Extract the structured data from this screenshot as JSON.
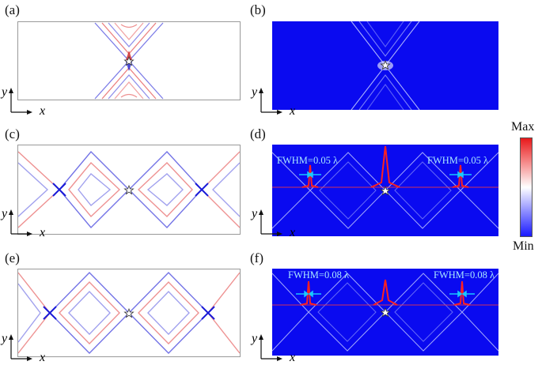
{
  "panels": [
    {
      "label": "(a)"
    },
    {
      "label": "(b)"
    },
    {
      "label": "(c)"
    },
    {
      "label": "(d)",
      "fwhm_left": "FWHM=0.05 λ",
      "fwhm_right": "FWHM=0.05 λ"
    },
    {
      "label": "(e)"
    },
    {
      "label": "(f)",
      "fwhm_left": "FWHM=0.08 λ",
      "fwhm_right": "FWHM=0.08 λ"
    }
  ],
  "axes": {
    "x": "x",
    "y": "y"
  },
  "colorbar": {
    "max": "Max",
    "min": "Min",
    "colors": [
      "#e8191b",
      "#ffffff",
      "#1a1aff"
    ]
  },
  "colors": {
    "field_bg": "#0a0af0",
    "red_pos": "#e33c3c",
    "blue_neg": "#3636d8",
    "peak": "#ff2020",
    "arrow": "#19c8ff"
  }
}
